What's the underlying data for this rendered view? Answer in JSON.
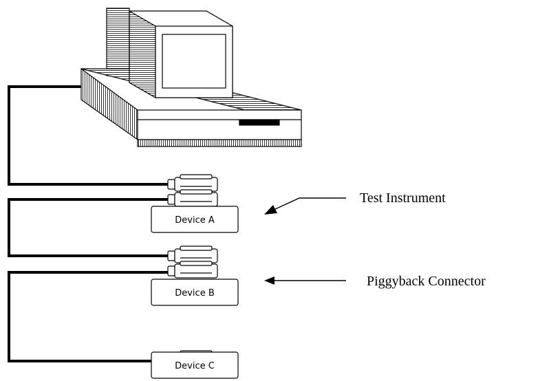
{
  "devices": [
    {
      "id": "a",
      "label": "Device A"
    },
    {
      "id": "b",
      "label": "Device B"
    },
    {
      "id": "c",
      "label": "Device C"
    }
  ],
  "callouts": {
    "test_instrument": "Test Instrument",
    "piggyback_connector": "Piggyback Connector"
  },
  "colors": {
    "line": "#000000",
    "background": "#ffffff"
  },
  "icons": {
    "computer": "computer-icon",
    "connector": "gpib-connector-icon"
  }
}
